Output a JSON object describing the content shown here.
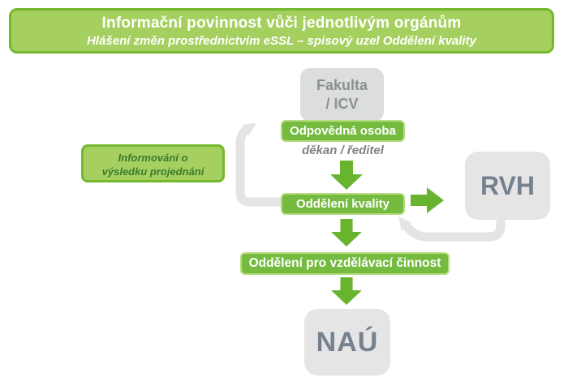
{
  "header": {
    "title": "Informační povinnost vůči jednotlivým orgánům",
    "subtitle": "Hlášení změn prostřednictvím eSSL – spisový uzel Oddělení kvality"
  },
  "flow": {
    "fakulta_line1": "Fakulta",
    "fakulta_line2": "/ ICV",
    "odpovedna_osoba": "Odpovědná osoba",
    "dekan_reditel": "děkan / ředitel",
    "oddeleni_kvality": "Oddělení kvality",
    "rvh": "RVH",
    "oddeleni_vzdelavaci": "Oddělení pro vzdělávací činnost",
    "nau": "NAÚ"
  },
  "note": {
    "line1": "Informování o",
    "line2": "výsledku projednání"
  },
  "icons": {
    "arrow_down": "▼",
    "arrow_right": "►",
    "feedback_loop_arrow": "⤴",
    "rvh_return_arrow": "⤶"
  },
  "colors": {
    "banner_fill": "#a5d05f",
    "banner_border": "#75b72d",
    "pill_fill": "#74bb40",
    "pill_border": "#b7dc80",
    "arrow_green": "#68b42e",
    "gray_box": "#e4e5e4",
    "gray_box_dark": "#dcdedd",
    "gray_blue_text": "#75818e",
    "gray_text": "#8d9092",
    "connector_gray": "#e3e4e3",
    "note_text": "#3c7a2d"
  }
}
